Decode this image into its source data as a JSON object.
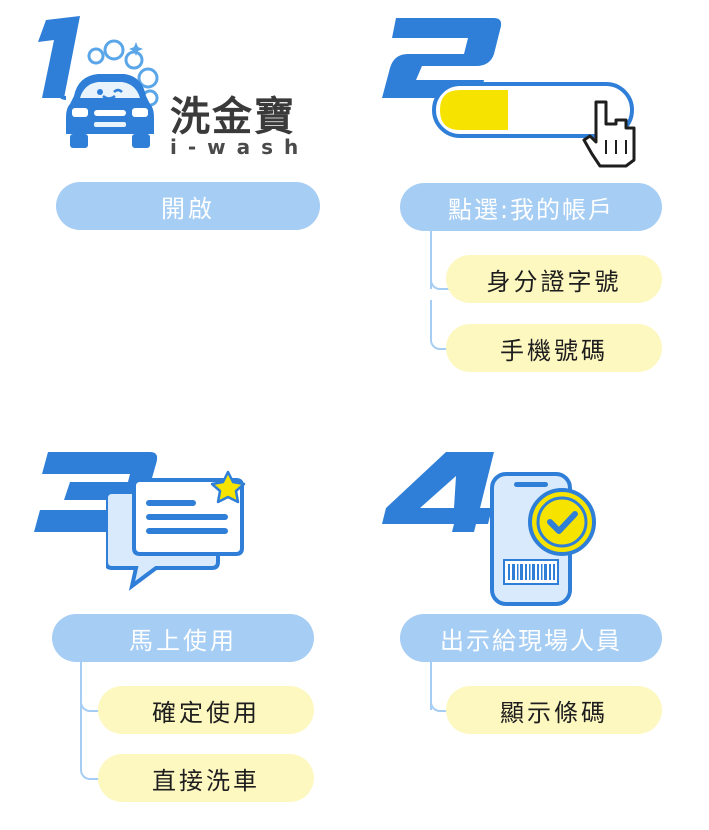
{
  "brand": {
    "name_zh": "洗金寶",
    "name_en": "i-wash"
  },
  "steps": [
    {
      "number": "1",
      "action": "開啟",
      "options": []
    },
    {
      "number": "2",
      "action": "點選:我的帳戶",
      "options": [
        "身分證字號",
        "手機號碼"
      ]
    },
    {
      "number": "3",
      "action": "馬上使用",
      "options": [
        "確定使用",
        "直接洗車"
      ]
    },
    {
      "number": "4",
      "action": "出示給現場人員",
      "options": [
        "顯示條碼"
      ]
    }
  ],
  "colors": {
    "number_blue": "#2f7fd8",
    "pill_blue": "#a6cdf3",
    "pill_yellow": "#fdf7c0",
    "accent_yellow": "#f6e400",
    "outline_blue": "#2f7fd8"
  }
}
